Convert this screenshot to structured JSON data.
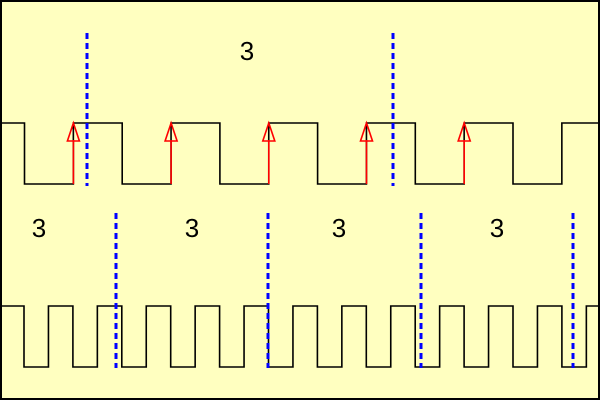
{
  "colors": {
    "background": "#ffffc0",
    "border": "#000000",
    "signal": "#000000",
    "arrow": "#ff0000",
    "marker": "#0000ff"
  },
  "labels": {
    "top": "3",
    "bottom": [
      "3",
      "3",
      "3",
      "3"
    ]
  },
  "top_signal": {
    "period_cycles": 6,
    "rising_edge_arrows": 5
  },
  "bottom_signal": {
    "frequency_ratio": 2
  }
}
